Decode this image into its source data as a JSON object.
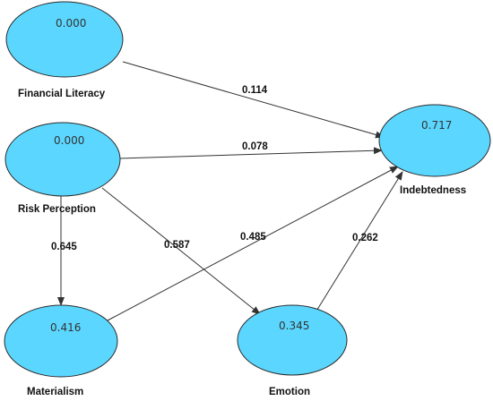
{
  "nodes": {
    "financial_literacy": {
      "value": "0.000",
      "label": "Financial Literacy"
    },
    "risk_perception": {
      "value": "0.000",
      "label": "Risk Perception"
    },
    "indebtedness": {
      "value": "0.717",
      "label": "Indebtedness"
    },
    "materialism": {
      "value": "0.416",
      "label": "Materialism"
    },
    "emotion": {
      "value": "0.345",
      "label": "Emotion"
    }
  },
  "edges": {
    "fl_to_ind": {
      "from": "Financial Literacy",
      "to": "Indebtedness",
      "coefficient": "0.114"
    },
    "rp_to_ind": {
      "from": "Risk Perception",
      "to": "Indebtedness",
      "coefficient": "0.078"
    },
    "rp_to_mat": {
      "from": "Risk Perception",
      "to": "Materialism",
      "coefficient": "0.645"
    },
    "rp_to_emo": {
      "from": "Risk Perception",
      "to": "Emotion",
      "coefficient": "0.587"
    },
    "mat_to_ind": {
      "from": "Materialism",
      "to": "Indebtedness",
      "coefficient": "0.485"
    },
    "emo_to_ind": {
      "from": "Emotion",
      "to": "Indebtedness",
      "coefficient": "0.262"
    }
  },
  "colors": {
    "node_fill": "#5bd7ff",
    "node_stroke": "#2b2b2b",
    "edge": "#333333"
  }
}
